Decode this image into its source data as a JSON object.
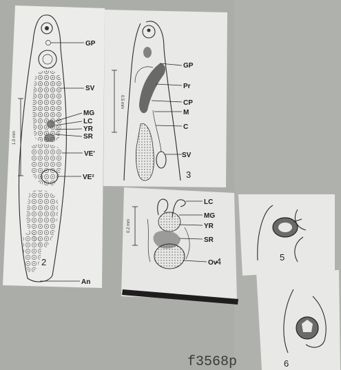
{
  "figures": [
    {
      "number": "2",
      "labels": [
        "GP",
        "SV",
        "MG",
        "LC",
        "YR",
        "SR",
        "VE'",
        "VE²",
        "An"
      ],
      "scale": "1.0 mm"
    },
    {
      "number": "3",
      "labels": [
        "GP",
        "Pr",
        "CP",
        "M",
        "C",
        "SV"
      ],
      "scale": "0.5 mm"
    },
    {
      "number": "4",
      "labels": [
        "LC",
        "MG",
        "YR",
        "SR",
        "Ov"
      ],
      "scale": "0.2 mm"
    },
    {
      "number": "5",
      "labels": []
    },
    {
      "number": "6",
      "labels": []
    }
  ],
  "catalog_code": "f3568p"
}
